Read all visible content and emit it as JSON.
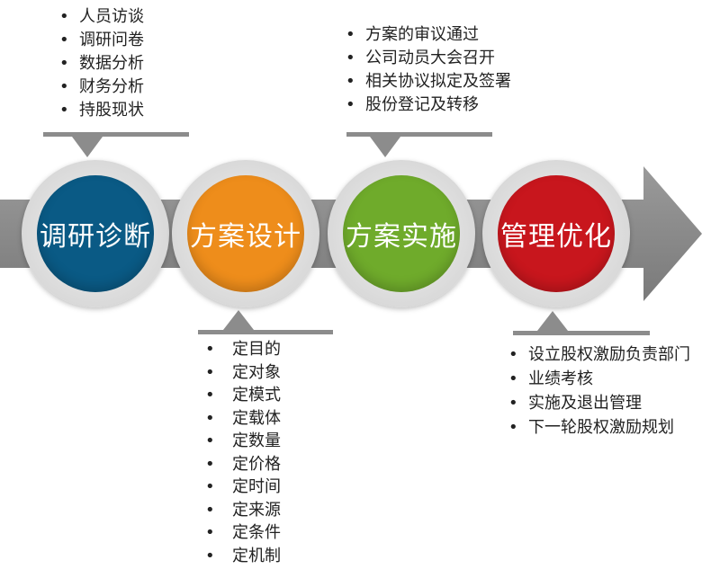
{
  "colors": {
    "arrow": "#8c8c8c",
    "stage1": "#0a5a85",
    "stage2": "#ee8d1b",
    "stage3": "#6fab2b",
    "stage4": "#c8161d"
  },
  "stages": [
    {
      "title": "调研诊断",
      "items": [
        "人员访谈",
        "调研问卷",
        "数据分析",
        "财务分析",
        "持股现状"
      ]
    },
    {
      "title": "方案设计",
      "items": [
        "定目的",
        "定对象",
        "定模式",
        "定载体",
        "定数量",
        "定价格",
        "定时间",
        "定来源",
        "定条件",
        "定机制"
      ]
    },
    {
      "title": "方案实施",
      "items": [
        "方案的审议通过",
        "公司动员大会召开",
        "相关协议拟定及签署",
        "股份登记及转移"
      ]
    },
    {
      "title": "管理优化",
      "items": [
        "设立股权激励负责部门",
        "业绩考核",
        "实施及退出管理",
        "下一轮股权激励规划"
      ]
    }
  ]
}
